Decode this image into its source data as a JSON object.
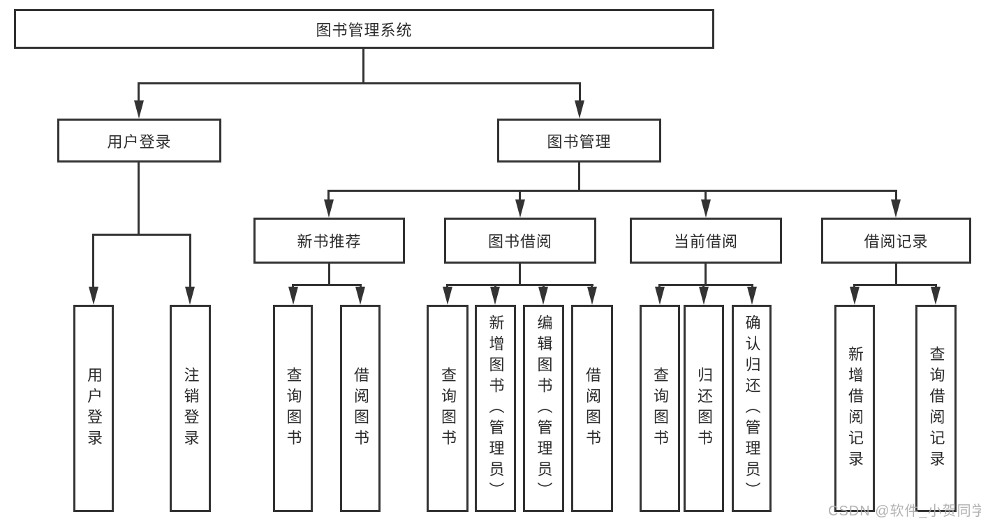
{
  "diagram": {
    "root": {
      "label": "图书管理系统"
    },
    "level2": [
      {
        "label": "用户登录"
      },
      {
        "label": "图书管理"
      }
    ],
    "level3": [
      {
        "label": "新书推荐"
      },
      {
        "label": "图书借阅"
      },
      {
        "label": "当前借阅"
      },
      {
        "label": "借阅记录"
      }
    ],
    "leaves": [
      {
        "label": "用户登录"
      },
      {
        "label": "注销登录"
      },
      {
        "label": "查询图书"
      },
      {
        "label": "借阅图书"
      },
      {
        "label": "查询图书"
      },
      {
        "label": "新增图书（管理员）"
      },
      {
        "label": "编辑图书（管理员）"
      },
      {
        "label": "借阅图书"
      },
      {
        "label": "查询图书"
      },
      {
        "label": "归还图书"
      },
      {
        "label": "确认归还（管理员）"
      },
      {
        "label": "新增借阅记录"
      },
      {
        "label": "查询借阅记录"
      }
    ],
    "watermark": "CSDN @软件_小贺同学",
    "colors": {
      "line": "#333333",
      "text": "#2b2b2b",
      "background": "#ffffff",
      "watermark": "#aaaaaa"
    }
  }
}
